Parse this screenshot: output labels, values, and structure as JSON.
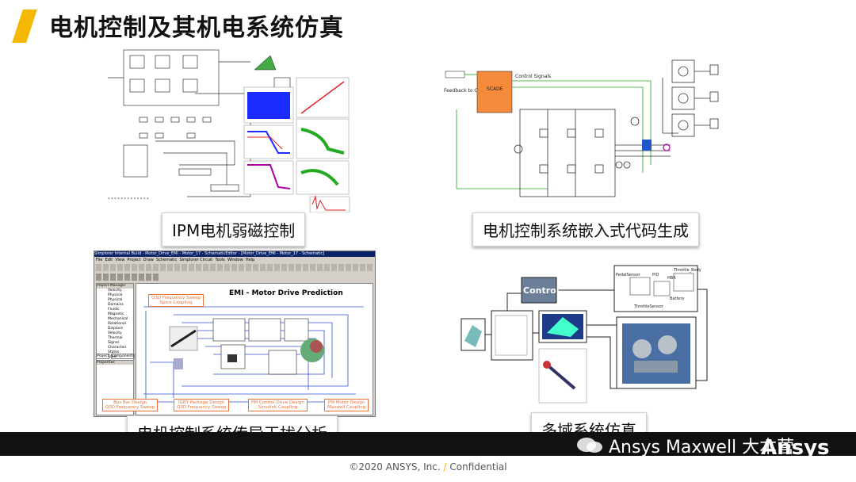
{
  "title": "电机控制及其机电系统仿真",
  "panels": {
    "ipm": {
      "caption": "IPM电机弱磁控制"
    },
    "embedded": {
      "caption": "电机控制系统嵌入式代码生成",
      "labels": {
        "control_signals": "Control Signals",
        "feedback": "Feedback to Control",
        "block": "SCADE"
      }
    },
    "emi": {
      "caption": "电机控制系统传导干扰分析",
      "window_title": "Simplorer Internal Build - Motor_Drive_EMI - Motor_17 - SchematicEditor - [Motor_Drive_EMI - Motor_17 - Schematic]",
      "menu": [
        "File",
        "Edit",
        "View",
        "Project",
        "Draw",
        "Schematic",
        "Simplorer Circuit",
        "Tools",
        "Window",
        "Help"
      ],
      "project_manager": "Project Manager",
      "properties": "Properties",
      "tree": [
        "Velocity",
        "Physical",
        "Physical Domains",
        "Fluidic",
        "Magnetic",
        "Mechanical",
        "Rotational",
        "Displace",
        "Velocity",
        "Thermal",
        "Signal Characteri",
        "States",
        "Tools"
      ],
      "tabs": [
        "Project",
        "Components",
        "Search"
      ],
      "diagram_title": "EMI - Motor Drive Prediction",
      "callouts": {
        "q3d_spice": [
          "Q3D Frequency Sweep",
          "Spice Coupling"
        ],
        "busbar": [
          "Bus Bar Design",
          "Q3D Frequency Sweep"
        ],
        "igbt": [
          "IGBT Package Design",
          "Q3D Frequency Sweep"
        ],
        "pm_control": [
          "PM Control Drive Design",
          "Simulink Coupling"
        ],
        "pm_motor": [
          "PM Motor Design",
          "Maxwell Coupling"
        ]
      }
    },
    "multidomain": {
      "caption": "多域系统仿真",
      "labels": {
        "control": "Control",
        "pedal": "PedalSensor",
        "pid": "PID",
        "hbr": "HBR",
        "throttle_body": "Throttle_Body",
        "battery": "Battery",
        "throttle_sensor": "ThrottleSensor"
      }
    }
  },
  "watermark": "Ansys Maxwell 大本营",
  "brand": "Ansys",
  "footer": {
    "copyright": "©2020 ANSYS, Inc.",
    "separator": "/",
    "confidential": "Confidential"
  },
  "colors": {
    "accent": "#f5b800",
    "callout_orange": "#e8743b",
    "wire_blue": "#3050d0",
    "bar_black": "#111111"
  }
}
